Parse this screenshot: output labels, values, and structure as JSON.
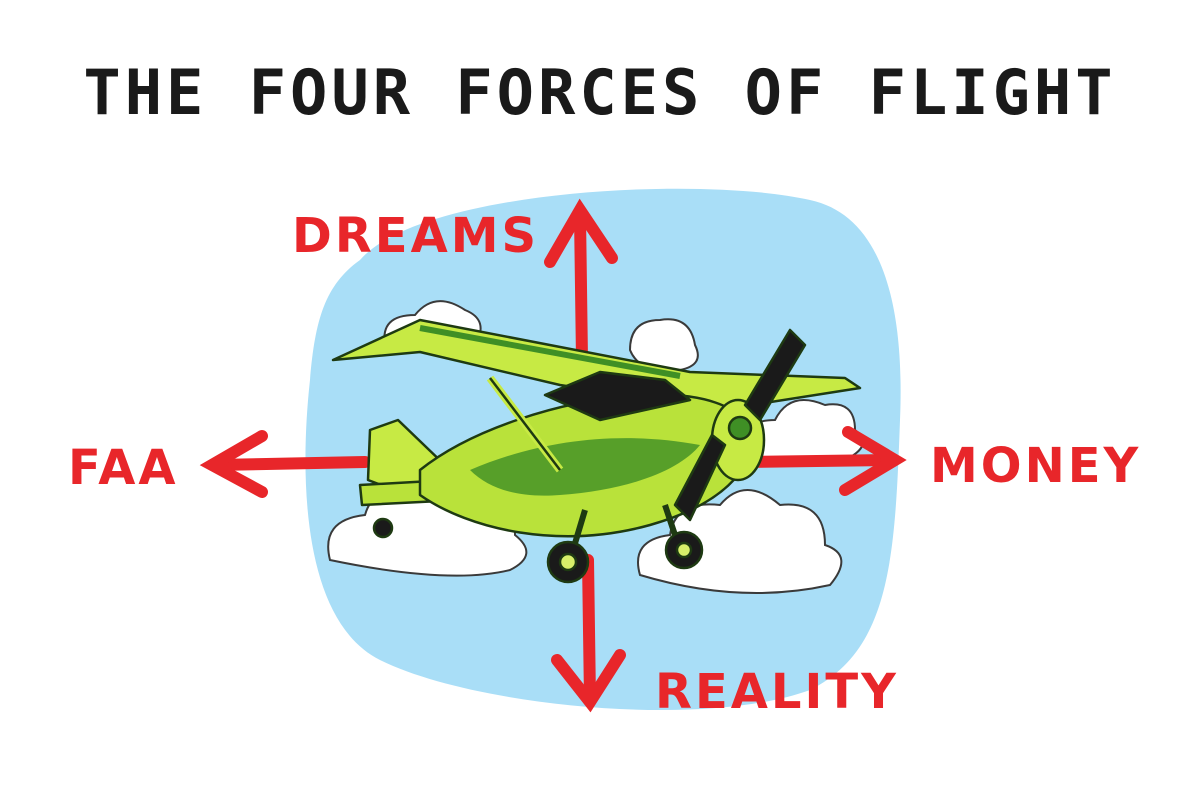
{
  "title": "THE FOUR FORCES OF FLIGHT",
  "forces": {
    "up": "DREAMS",
    "left": "FAA",
    "right": "MONEY",
    "down": "REALITY"
  },
  "colors": {
    "title": "#1a1a1a",
    "arrows": "#e8262a",
    "sky": "#a9def7",
    "plane": "#b9e23a",
    "plane_dark": "#3f8f25"
  }
}
